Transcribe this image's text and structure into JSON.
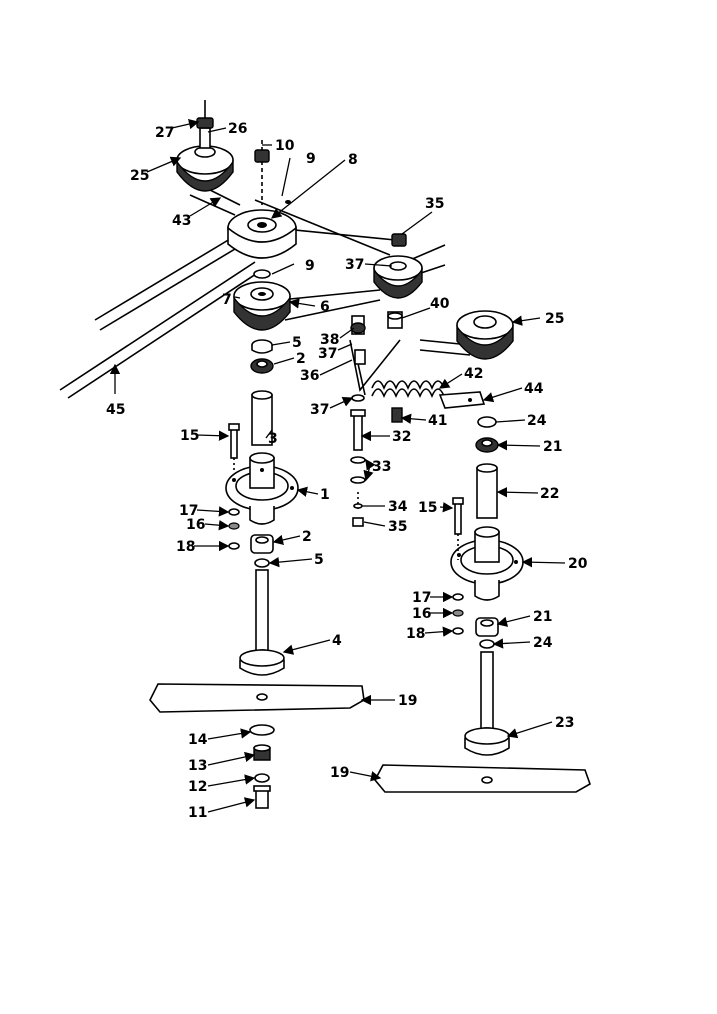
{
  "callouts": [
    "27",
    "26",
    "10",
    "9",
    "8",
    "25",
    "43",
    "35",
    "37",
    "9",
    "7",
    "6",
    "40",
    "25",
    "38",
    "37",
    "5",
    "2",
    "36",
    "42",
    "44",
    "45",
    "37",
    "41",
    "24",
    "15",
    "3",
    "32",
    "21",
    "33",
    "22",
    "1",
    "17",
    "34",
    "16",
    "35",
    "15",
    "2",
    "18",
    "20",
    "5",
    "17",
    "16",
    "21",
    "18",
    "24",
    "4",
    "19",
    "23",
    "14",
    "13",
    "12",
    "19",
    "11"
  ]
}
